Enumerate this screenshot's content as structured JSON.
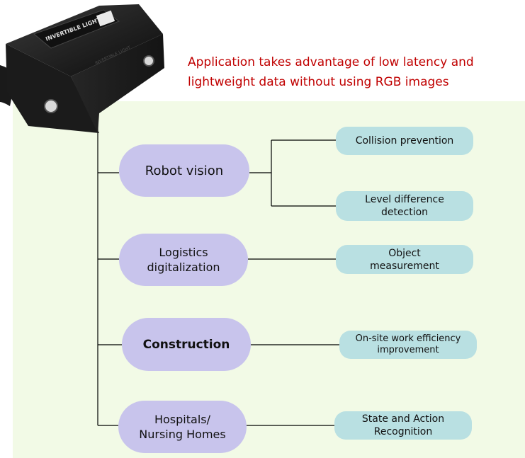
{
  "headline": {
    "line1": "Application takes advantage of low latency and",
    "line2": "lightweight data without using RGB images"
  },
  "device": {
    "brand_text": "INVERTIBLE LIGHT",
    "logo_text": "INVERTIBLE LIGHT"
  },
  "categories": [
    {
      "label_lines": [
        "Robot vision"
      ],
      "applications": [
        {
          "lines": [
            "Collision prevention"
          ]
        },
        {
          "lines": [
            "Level difference",
            "detection"
          ]
        }
      ]
    },
    {
      "label_lines": [
        "Logistics",
        "digitalization"
      ],
      "applications": [
        {
          "lines": [
            "Object",
            "measurement"
          ]
        }
      ]
    },
    {
      "label_lines": [
        "Construction"
      ],
      "applications": [
        {
          "lines": [
            "On-site work efficiency",
            "improvement"
          ]
        }
      ]
    },
    {
      "label_lines": [
        "Hospitals/",
        "Nursing Homes"
      ],
      "applications": [
        {
          "lines": [
            "State and Action",
            "Recognition"
          ]
        }
      ]
    }
  ],
  "colors": {
    "headline": "#c00000",
    "panel_background": "#f2fae6",
    "category_pill": "#c8c4ec",
    "application_pill": "#b9e0e2",
    "connector": "#000000"
  }
}
